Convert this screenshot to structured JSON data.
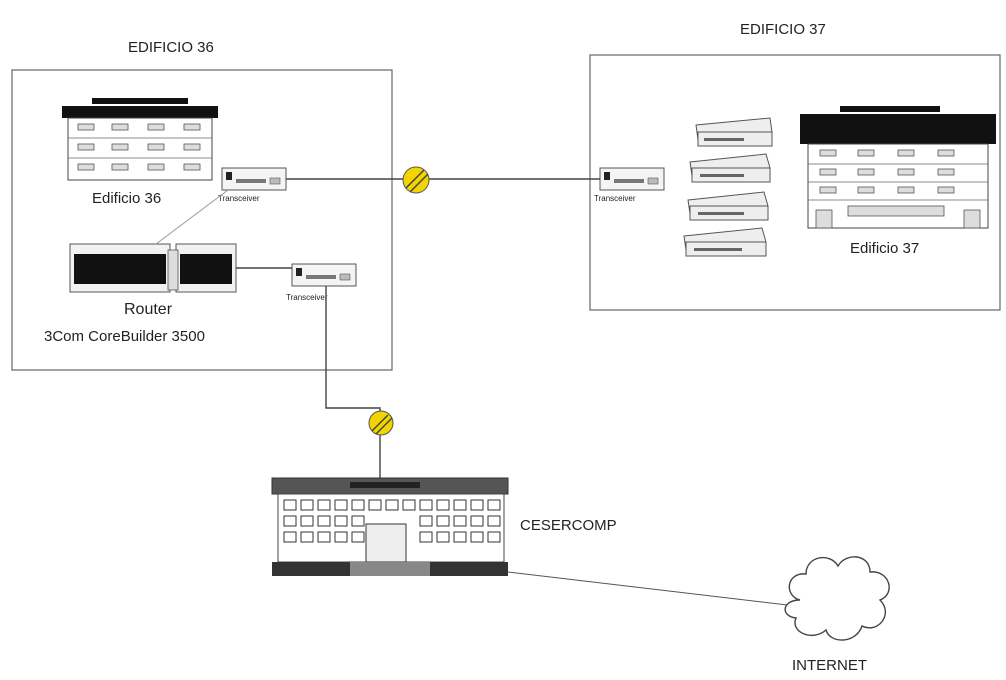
{
  "building36": {
    "title": "EDIFICIO 36",
    "name": "Edificio 36",
    "router_label": "Router",
    "router_model": "3Com CoreBuilder 3500",
    "transceiver_top": "Transceiver",
    "transceiver_bottom": "Transceiver"
  },
  "building37": {
    "title": "EDIFICIO 37",
    "name": "Edificio 37",
    "transceiver": "Transceiver"
  },
  "cesercomp": {
    "label": "CESERCOMP"
  },
  "internet": {
    "label": "INTERNET"
  },
  "colors": {
    "link_marker": "#f2d500",
    "line": "#555555",
    "roof": "#111111"
  },
  "icons": {
    "building": "office-building-icon",
    "router": "router-icon",
    "transceiver": "transceiver-icon",
    "switch": "switch-stack-icon",
    "cloud": "cloud-icon",
    "marker": "link-marker-icon"
  }
}
